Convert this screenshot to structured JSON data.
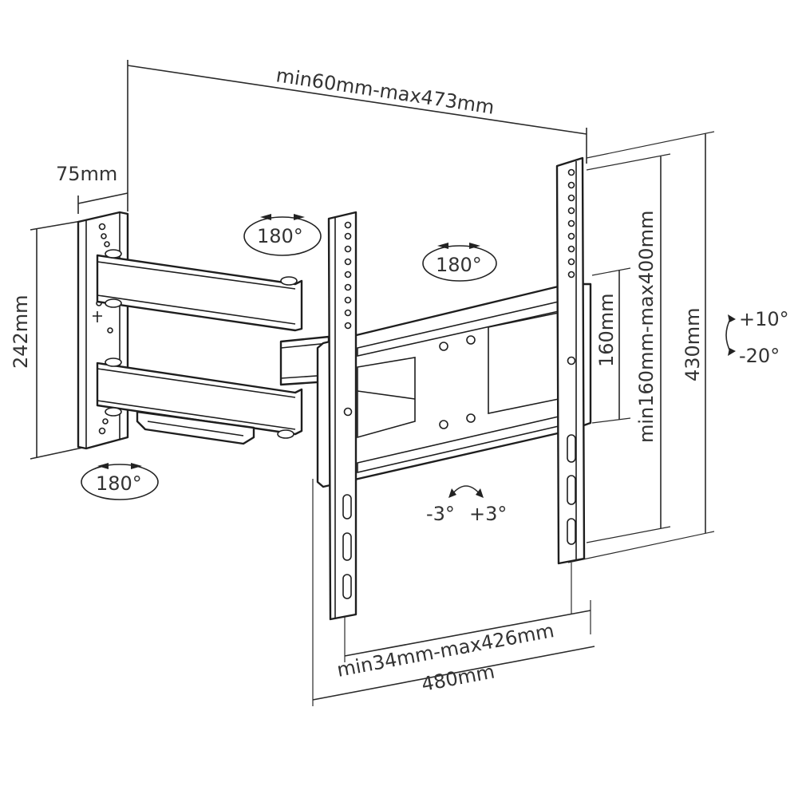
{
  "dimensions": {
    "arm_extension": "min60mm-max473mm",
    "wall_plate_depth": "75mm",
    "wall_plate_height": "242mm",
    "vesa_vertical_inner": "160mm",
    "vesa_vertical_range": "min160mm-max400mm",
    "tv_bracket_height": "430mm",
    "vesa_horizontal_range": "min34mm-max426mm",
    "tv_bracket_width": "480mm"
  },
  "rotations": {
    "swivel_top_left": "180°",
    "swivel_top_center": "180°",
    "swivel_bottom_left": "180°",
    "tilt_up": "+10°",
    "tilt_down": "-20°",
    "rotate_left": "-3°",
    "rotate_right": "+3°"
  }
}
